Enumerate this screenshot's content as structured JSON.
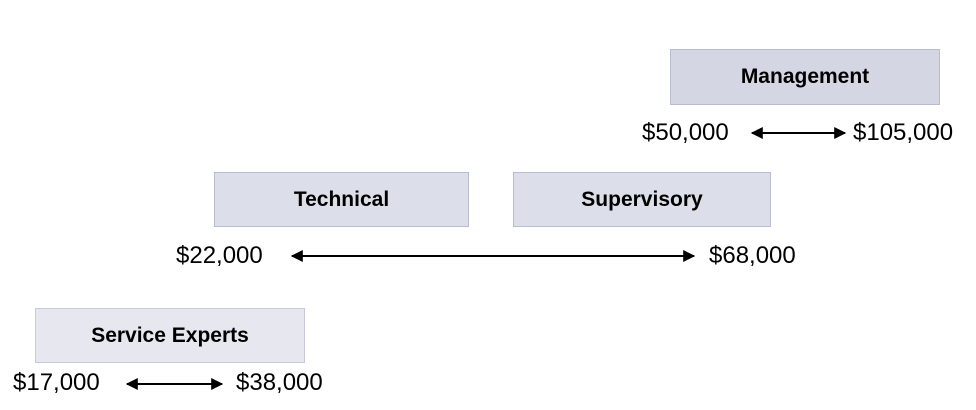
{
  "levels": {
    "management": {
      "label": "Management",
      "min": "$50,000",
      "max": "$105,000"
    },
    "technical": {
      "label": "Technical"
    },
    "supervisory": {
      "label": "Supervisory"
    },
    "mid_range": {
      "min": "$22,000",
      "max": "$68,000"
    },
    "service_experts": {
      "label": "Service Experts",
      "min": "$17,000",
      "max": "$38,000"
    }
  },
  "colors": {
    "management_box": "#d4d6e3",
    "mid_box": "#dcdee9",
    "service_box": "#e6e7ef",
    "box_border": "#b9bcce",
    "arrow": "#000000"
  }
}
